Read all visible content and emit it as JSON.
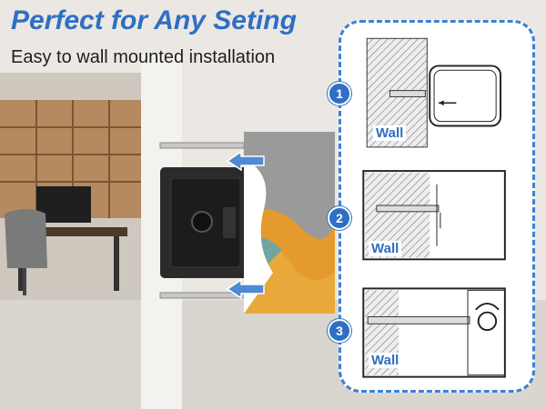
{
  "header": {
    "title": "Perfect for Any Seting",
    "subtitle": "Easy to wall mounted installation"
  },
  "steps": [
    {
      "number": "1",
      "wall_label": "Wall"
    },
    {
      "number": "2",
      "wall_label": "Wall"
    },
    {
      "number": "3",
      "wall_label": "Wall"
    }
  ],
  "icons": [
    "arrow-left-icon",
    "rotate-icon",
    "keypad-icon"
  ],
  "colors": {
    "accent": "#2f6fc4",
    "dashed_border": "#3c82d6",
    "safe_body": "#2b2b2b",
    "wall_hatch": "#555555"
  }
}
